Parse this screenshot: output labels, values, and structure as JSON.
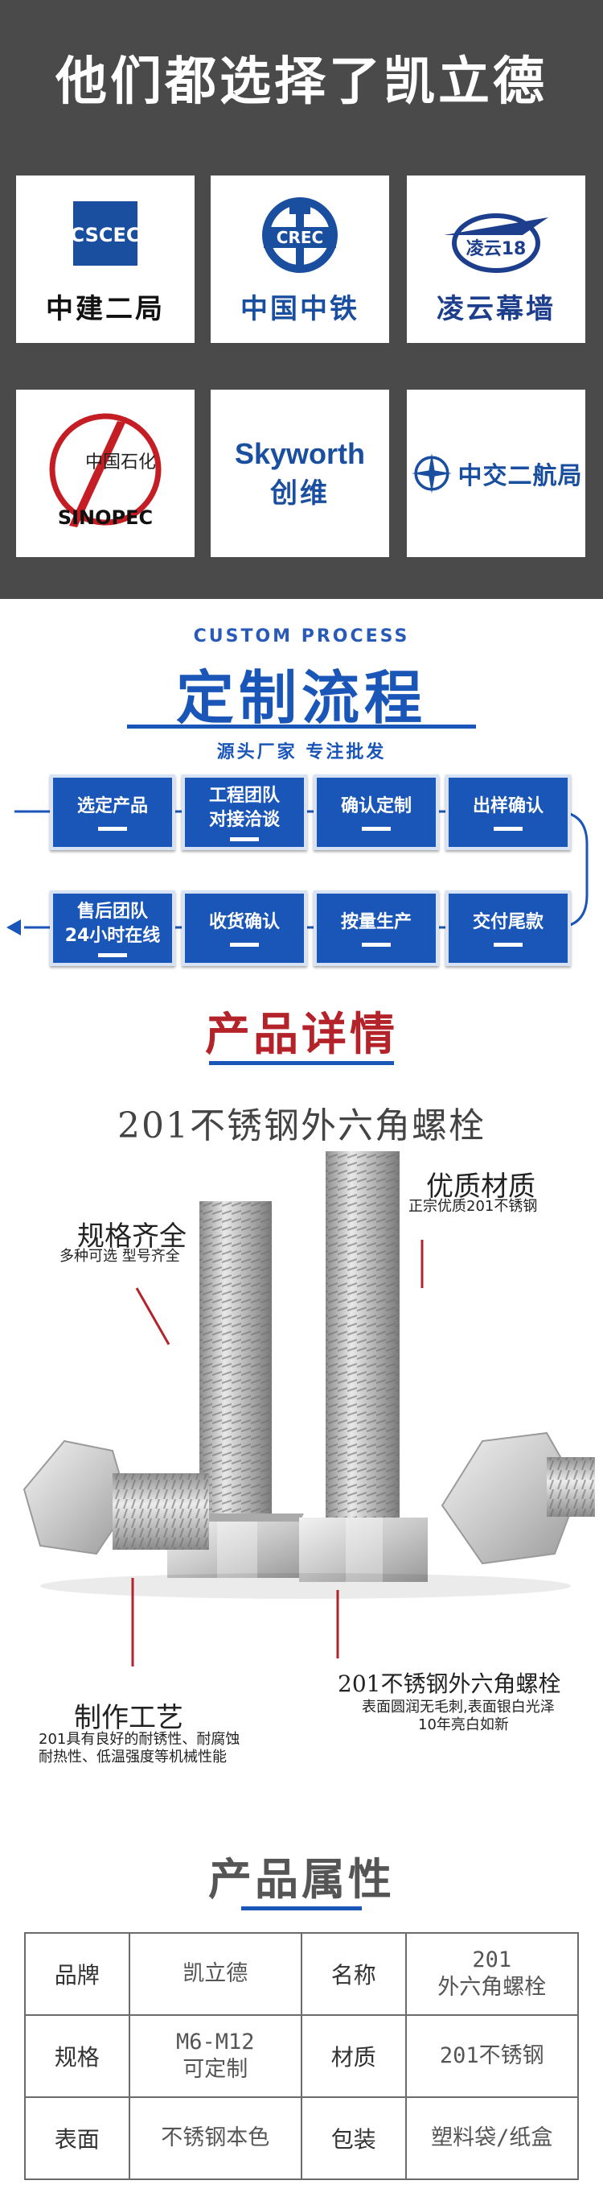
{
  "clients": {
    "title": "他们都选择了凯立德",
    "logos": [
      {
        "name": "中建二局",
        "graphic": "CSCEC",
        "color": "#1a4fa0"
      },
      {
        "name": "中国中铁",
        "graphic": "CREC",
        "color": "#1a4fa0"
      },
      {
        "name": "凌云幕墙",
        "graphic": "凌云18",
        "color": "#1c3e8c"
      },
      {
        "name": "中国石化",
        "graphic": "SINOPEC",
        "color": "#c41e24"
      },
      {
        "name": "创维",
        "graphic": "Skyworth",
        "color": "#1a4fa0"
      },
      {
        "name": "中交二航局",
        "graphic": "compass-icon",
        "color": "#1a4fa0"
      }
    ]
  },
  "process": {
    "subtitle": "CUSTOM PROCESS",
    "title": "定制流程",
    "tagline": "源头厂家 专注批发",
    "color": "#1a56b8",
    "steps": [
      {
        "label": "选定产品"
      },
      {
        "label": "工程团队\n对接洽谈"
      },
      {
        "label": "确认定制"
      },
      {
        "label": "出样确认"
      },
      {
        "label": "交付尾款"
      },
      {
        "label": "按量生产"
      },
      {
        "label": "收货确认"
      },
      {
        "label": "售后团队\n24小时在线"
      }
    ]
  },
  "detail": {
    "title": "产品详情",
    "product_name": "201不锈钢外六角螺栓",
    "annotations": {
      "spec_title": "规格齐全",
      "spec_desc": "多种可选 型号齐全",
      "quality_title": "优质材质",
      "quality_desc": "正宗优质201不锈钢",
      "craft_title": "制作工艺",
      "craft_desc_1": "201具有良好的耐锈性、耐腐蚀",
      "craft_desc_2": "耐热性、低温强度等机械性能",
      "type_title": "201不锈钢外六角螺栓",
      "type_desc_1": "表面圆润无毛刺,表面银白光泽",
      "type_desc_2": "10年亮白如新"
    }
  },
  "attributes": {
    "title": "产品属性",
    "rows": [
      {
        "k1": "品牌",
        "v1": "凯立德",
        "k2": "名称",
        "v2": "201\n外六角螺栓"
      },
      {
        "k1": "规格",
        "v1": "M6-M12\n可定制",
        "k2": "材质",
        "v2": "201不锈钢"
      },
      {
        "k1": "表面",
        "v1": "不锈钢本色",
        "k2": "包装",
        "v2": "塑料袋/纸盒"
      }
    ]
  }
}
